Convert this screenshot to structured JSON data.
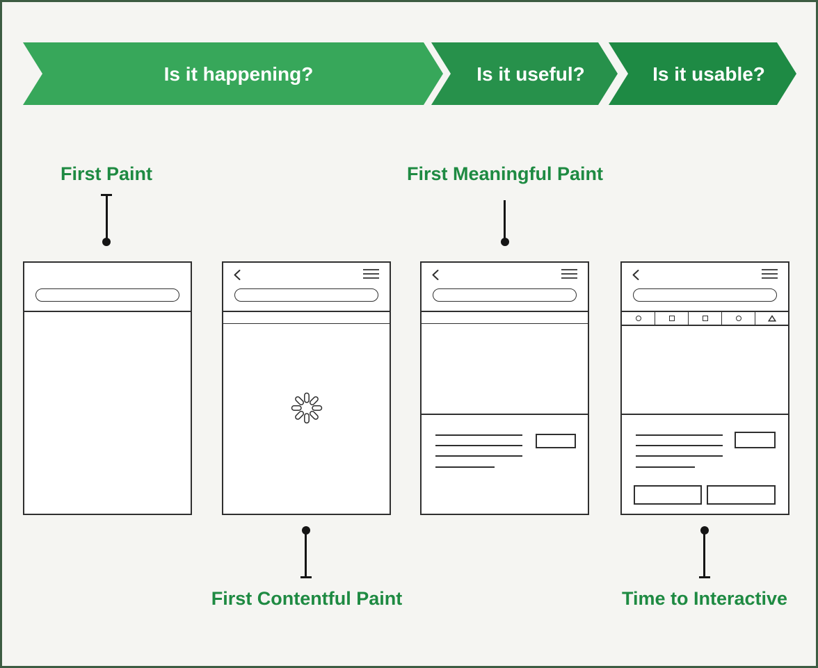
{
  "page": {
    "background_color": "#f5f5f2",
    "frame_border_color": "#3c5c42"
  },
  "banner": {
    "text_color": "#ffffff",
    "segments": [
      {
        "label": "Is it happening?",
        "color": "#37a75a"
      },
      {
        "label": "Is it useful?",
        "color": "#27914b"
      },
      {
        "label": "Is it usable?",
        "color": "#1e8a44"
      }
    ]
  },
  "metrics": {
    "label_color": "#1e8a42",
    "items": [
      {
        "label": "First Paint",
        "position": "top",
        "points_to": "blank screen"
      },
      {
        "label": "First Contentful Paint",
        "position": "bottom",
        "points_to": "loading screen"
      },
      {
        "label": "First Meaningful Paint",
        "position": "top",
        "points_to": "content screen"
      },
      {
        "label": "Time to Interactive",
        "position": "bottom",
        "points_to": "interactive screen"
      }
    ]
  },
  "phones": [
    {
      "screen": "blank",
      "shows": [
        "url-bar"
      ]
    },
    {
      "screen": "loading",
      "shows": [
        "back-icon",
        "menu-icon",
        "url-bar",
        "spinner-icon"
      ]
    },
    {
      "screen": "content",
      "shows": [
        "back-icon",
        "menu-icon",
        "url-bar",
        "hero-placeholder",
        "text-lines",
        "action-button"
      ]
    },
    {
      "screen": "interactive",
      "shows": [
        "back-icon",
        "menu-icon",
        "url-bar",
        "tab-bar",
        "hero-placeholder",
        "text-lines",
        "action-button",
        "bottom-buttons"
      ],
      "tab_icons": [
        "circle",
        "square",
        "square",
        "circle",
        "triangle"
      ]
    }
  ]
}
